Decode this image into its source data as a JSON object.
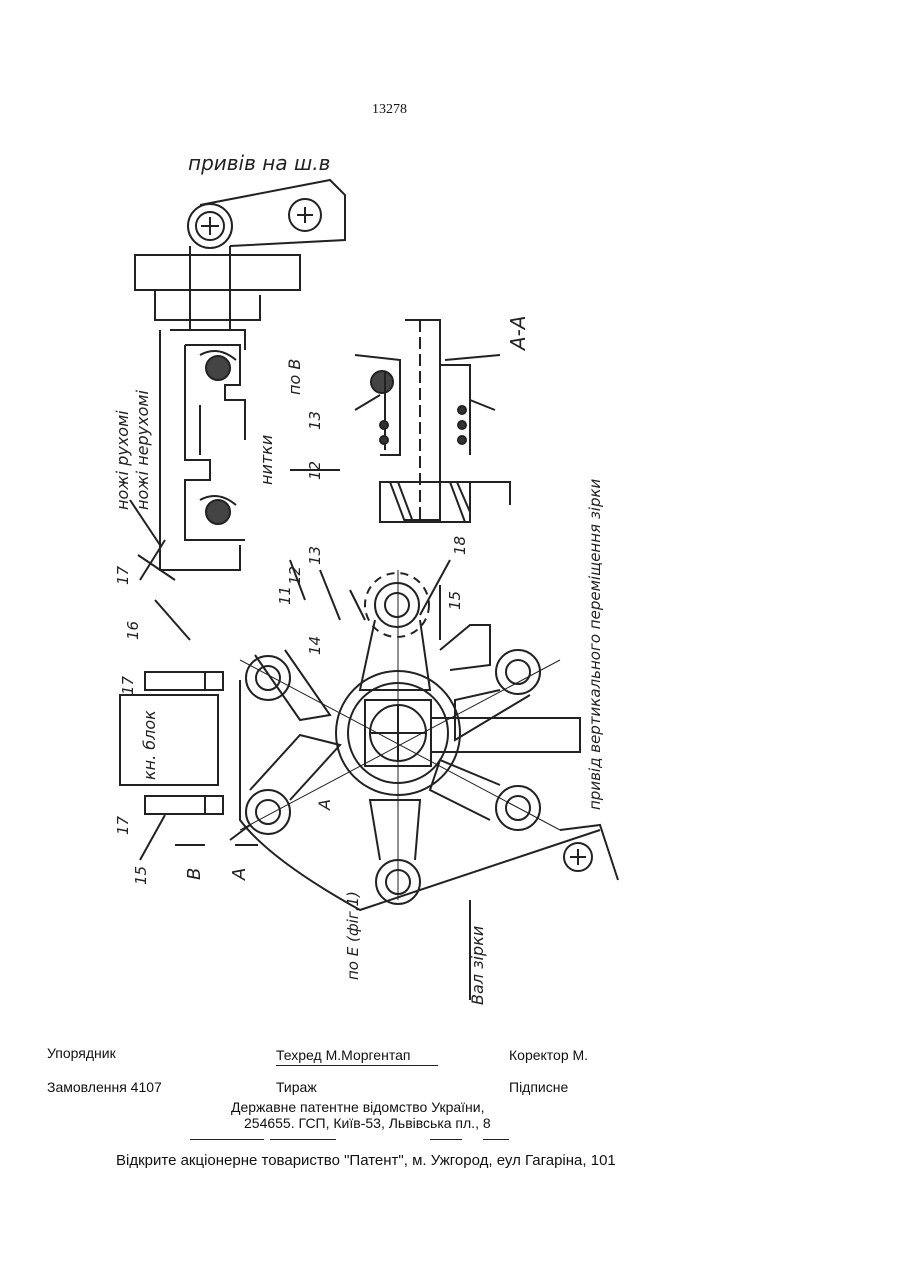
{
  "page_number": "13278",
  "drawing": {
    "drive_label": "привів на ш.в",
    "movable_knives": "ножі рухомі",
    "fixed_knives": "ножі нерухомі",
    "threads": "нитки",
    "view_b": "по В",
    "section": "А-А",
    "book_block": "кн. блок",
    "vertical_drive": "привід вертикального переміщення зірки",
    "star_shaft": "Вал зірки",
    "view_e": "по Е (фіг.1)",
    "label_b": "В",
    "label_a1": "А",
    "label_a2": "А",
    "numbers": [
      "17",
      "16",
      "17",
      "17",
      "15",
      "14",
      "11",
      "12",
      "13",
      "15",
      "18",
      "12",
      "13"
    ]
  },
  "imprint": {
    "compiler": "Упорядник",
    "techred": "Техред М.Моргентап",
    "corrector": "Коректор  М.",
    "order": "Замовлення 4107",
    "circulation": "Тираж",
    "subscription": "Підписне",
    "office": "Державне патентне відомство України,",
    "address": "254655. ГСП, Київ-53, Львівська пл., 8",
    "company": "Відкрите акціонерне товариство \"Патент\", м. Ужгород, еул Гагаріна, 101"
  }
}
